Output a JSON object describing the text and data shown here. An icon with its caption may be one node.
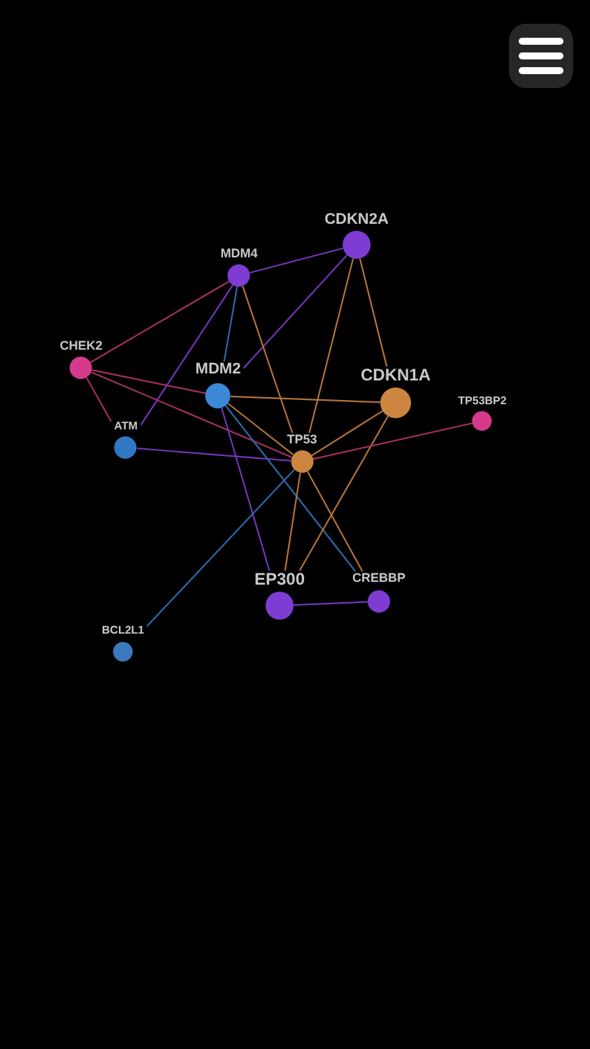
{
  "diagram": {
    "nodes": [
      {
        "text": [
          "CDKN2A"
        ]
      },
      {
        "text": [
          "MDM4"
        ]
      },
      {
        "text": [
          "CHEK2"
        ]
      },
      {
        "text": [
          "CDKN1A"
        ]
      },
      {
        "text": [
          "MDM2"
        ]
      },
      {
        "text": [
          "ATM"
        ]
      },
      {
        "text": [
          "TP53BP2"
        ]
      },
      {
        "text": [
          "TP53"
        ]
      },
      {
        "text": [
          "EP300"
        ]
      },
      {
        "text": [
          "CREBBP"
        ]
      },
      {
        "text": [
          "BCL2L1"
        ]
      }
    ],
    "edges": [
      {
        "from": 1,
        "to": 0,
        "arrow": "none",
        "color": "#7236b8"
      },
      {
        "from": 0,
        "to": 4,
        "arrow": "none",
        "color": "#7236b8"
      },
      {
        "from": 0,
        "to": 7,
        "arrow": "none"
      },
      {
        "from": 0,
        "to": 3,
        "arrow": "none"
      },
      {
        "from": 1,
        "to": 2,
        "arrow": "none",
        "color": "#a3305f"
      },
      {
        "from": 1,
        "to": 4,
        "arrow": "none",
        "color": "#2c6aa8"
      },
      {
        "from": 1,
        "to": 5,
        "arrow": "none",
        "color": "#7236b8"
      },
      {
        "from": 1,
        "to": 7,
        "arrow": "none"
      },
      {
        "from": 2,
        "to": 4,
        "arrow": "none",
        "color": "#a3305f"
      },
      {
        "from": 2,
        "to": 5,
        "arrow": "none",
        "color": "#a3305f"
      },
      {
        "from": 2,
        "to": 7,
        "arrow": "none",
        "color": "#a3305f"
      },
      {
        "from": 4,
        "to": 3,
        "arrow": "none"
      },
      {
        "from": 4,
        "to": 7,
        "arrow": "none"
      },
      {
        "from": 5,
        "to": 7,
        "arrow": "none",
        "color": "#7236b8"
      },
      {
        "from": 4,
        "to": 8,
        "arrow": "none",
        "color": "#7236b8"
      },
      {
        "from": 4,
        "to": 9,
        "arrow": "none",
        "color": "#2c6aa8"
      },
      {
        "from": 3,
        "to": 7,
        "arrow": "none"
      },
      {
        "from": 3,
        "to": 8,
        "arrow": "none"
      },
      {
        "from": 6,
        "to": 7,
        "arrow": "none",
        "color": "#a3305f"
      },
      {
        "from": 7,
        "to": 8,
        "arrow": "none"
      },
      {
        "from": 7,
        "to": 9,
        "arrow": "none"
      },
      {
        "from": 7,
        "to": 10,
        "arrow": "none",
        "color": "#2c6aa8"
      },
      {
        "from": 8,
        "to": 9,
        "arrow": "none",
        "color": "#7236b8"
      }
    ]
  }
}
